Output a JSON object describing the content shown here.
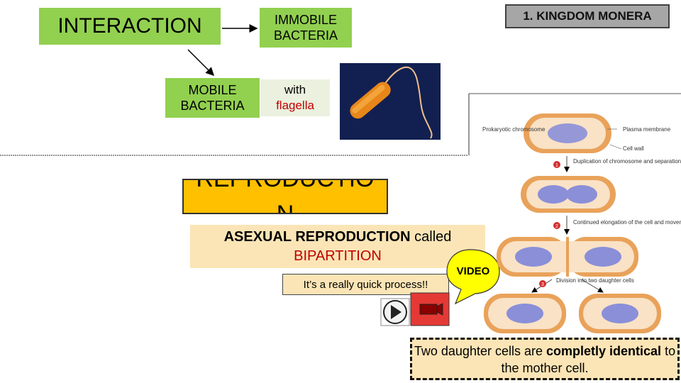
{
  "boxes": {
    "interaction": "INTERACTION",
    "immobile": "IMMOBILE BACTERIA",
    "mobile": "MOBILE BACTERIA",
    "with": "with",
    "flagella": "flagella",
    "kingdom": "1. KINGDOM MONERA"
  },
  "reproduction": {
    "title": "REPRODUCTIO N",
    "asexual": "ASEXUAL REPRODUCTION",
    "called": "called",
    "bipartition": "BIPARTITION",
    "quick": "It’s a really quick process!!",
    "video": "VIDEO"
  },
  "diagram": {
    "prokaryotic_chromosome": "Prokaryotic chromosome",
    "plasma_membrane": "Plasma membrane",
    "cell_wall": "Cell wall",
    "step1": "Duplication of chromosome and separation of copies",
    "step2": "Continued elongation of the cell and movement of copies",
    "step3": "Division into two daughter cells",
    "n1": "1",
    "n2": "2",
    "n3": "3"
  },
  "conclusion": {
    "part1": "Two daughter cells are",
    "bold1": "completly identical",
    "part2": "to the mother cell."
  },
  "colors": {
    "green": "#92d050",
    "pale_green": "#ebf1de",
    "orange": "#ffc000",
    "peach": "#fbe5b6",
    "red_text": "#c00000",
    "kingdom_bg": "#a6a6a6"
  }
}
